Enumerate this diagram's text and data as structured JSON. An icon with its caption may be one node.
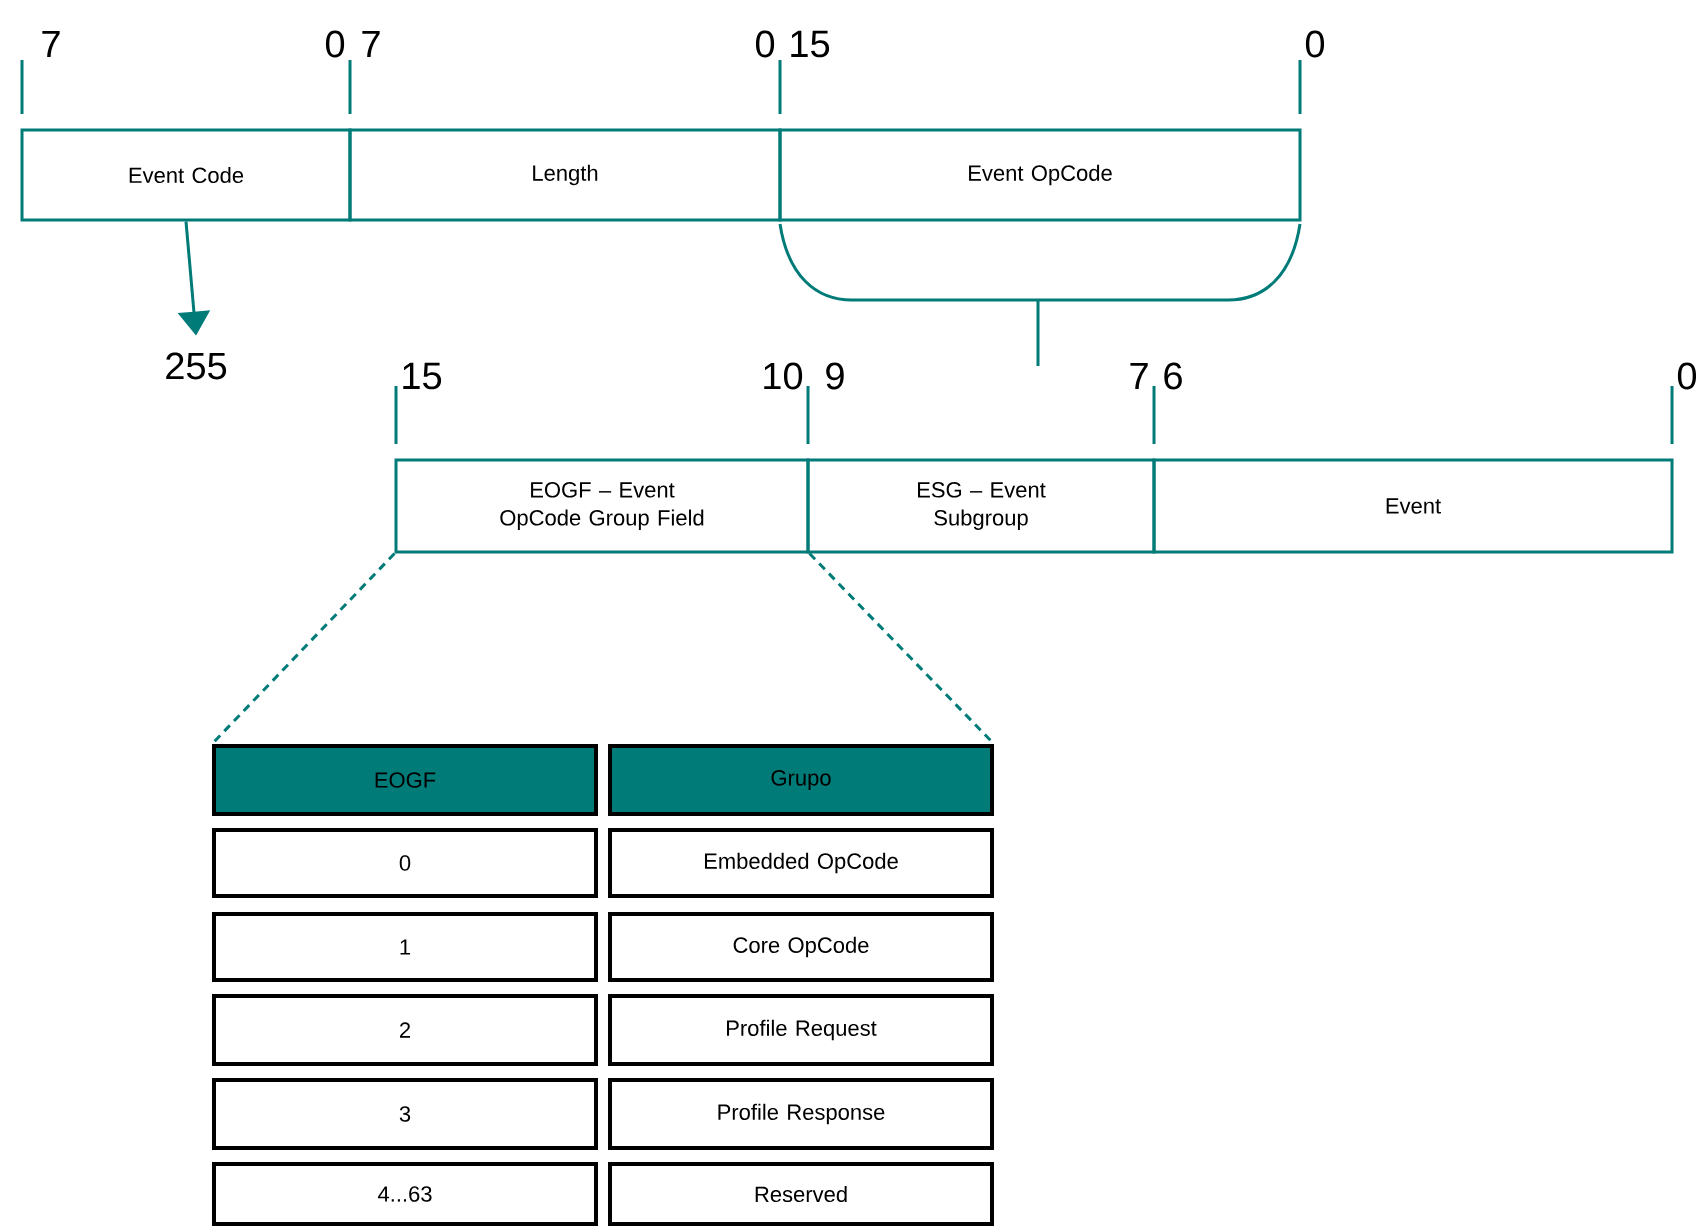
{
  "diagram": {
    "nodes": [
      {
        "text": [
          "Event Code"
        ]
      },
      {
        "text": [
          "Length"
        ]
      },
      {
        "text": [
          "Event OpCode"
        ]
      },
      {
        "text": [
          "255"
        ]
      },
      {
        "text": [
          "EOGF – Event OpCode Group Field"
        ]
      },
      {
        "text": [
          "ESG – Event Subgroup"
        ]
      },
      {
        "text": [
          "Event"
        ]
      },
      {
        "text": [
          "EOGF"
        ]
      },
      {
        "text": [
          "Grupo"
        ]
      },
      {
        "text": [
          "0"
        ]
      },
      {
        "text": [
          "Embedded OpCode"
        ]
      },
      {
        "text": [
          "1"
        ]
      },
      {
        "text": [
          "Core OpCode"
        ]
      },
      {
        "text": [
          "2"
        ]
      },
      {
        "text": [
          "Profile Request"
        ]
      },
      {
        "text": [
          "3"
        ]
      },
      {
        "text": [
          "Profile Response"
        ]
      },
      {
        "text": [
          "4...63"
        ]
      },
      {
        "text": [
          "Reserved"
        ]
      }
    ],
    "edges": [
      {
        "from": 0,
        "to": 3,
        "arrow": "to"
      },
      {
        "from": 4,
        "to": 7,
        "arrow": "none",
        "style": "dashed"
      },
      {
        "from": 4,
        "to": 8,
        "arrow": "none",
        "style": "dashed"
      }
    ],
    "labels": [
      "7",
      "0",
      "7",
      "0",
      "15",
      "0",
      "15",
      "10",
      "9",
      "7",
      "6",
      "0"
    ]
  }
}
